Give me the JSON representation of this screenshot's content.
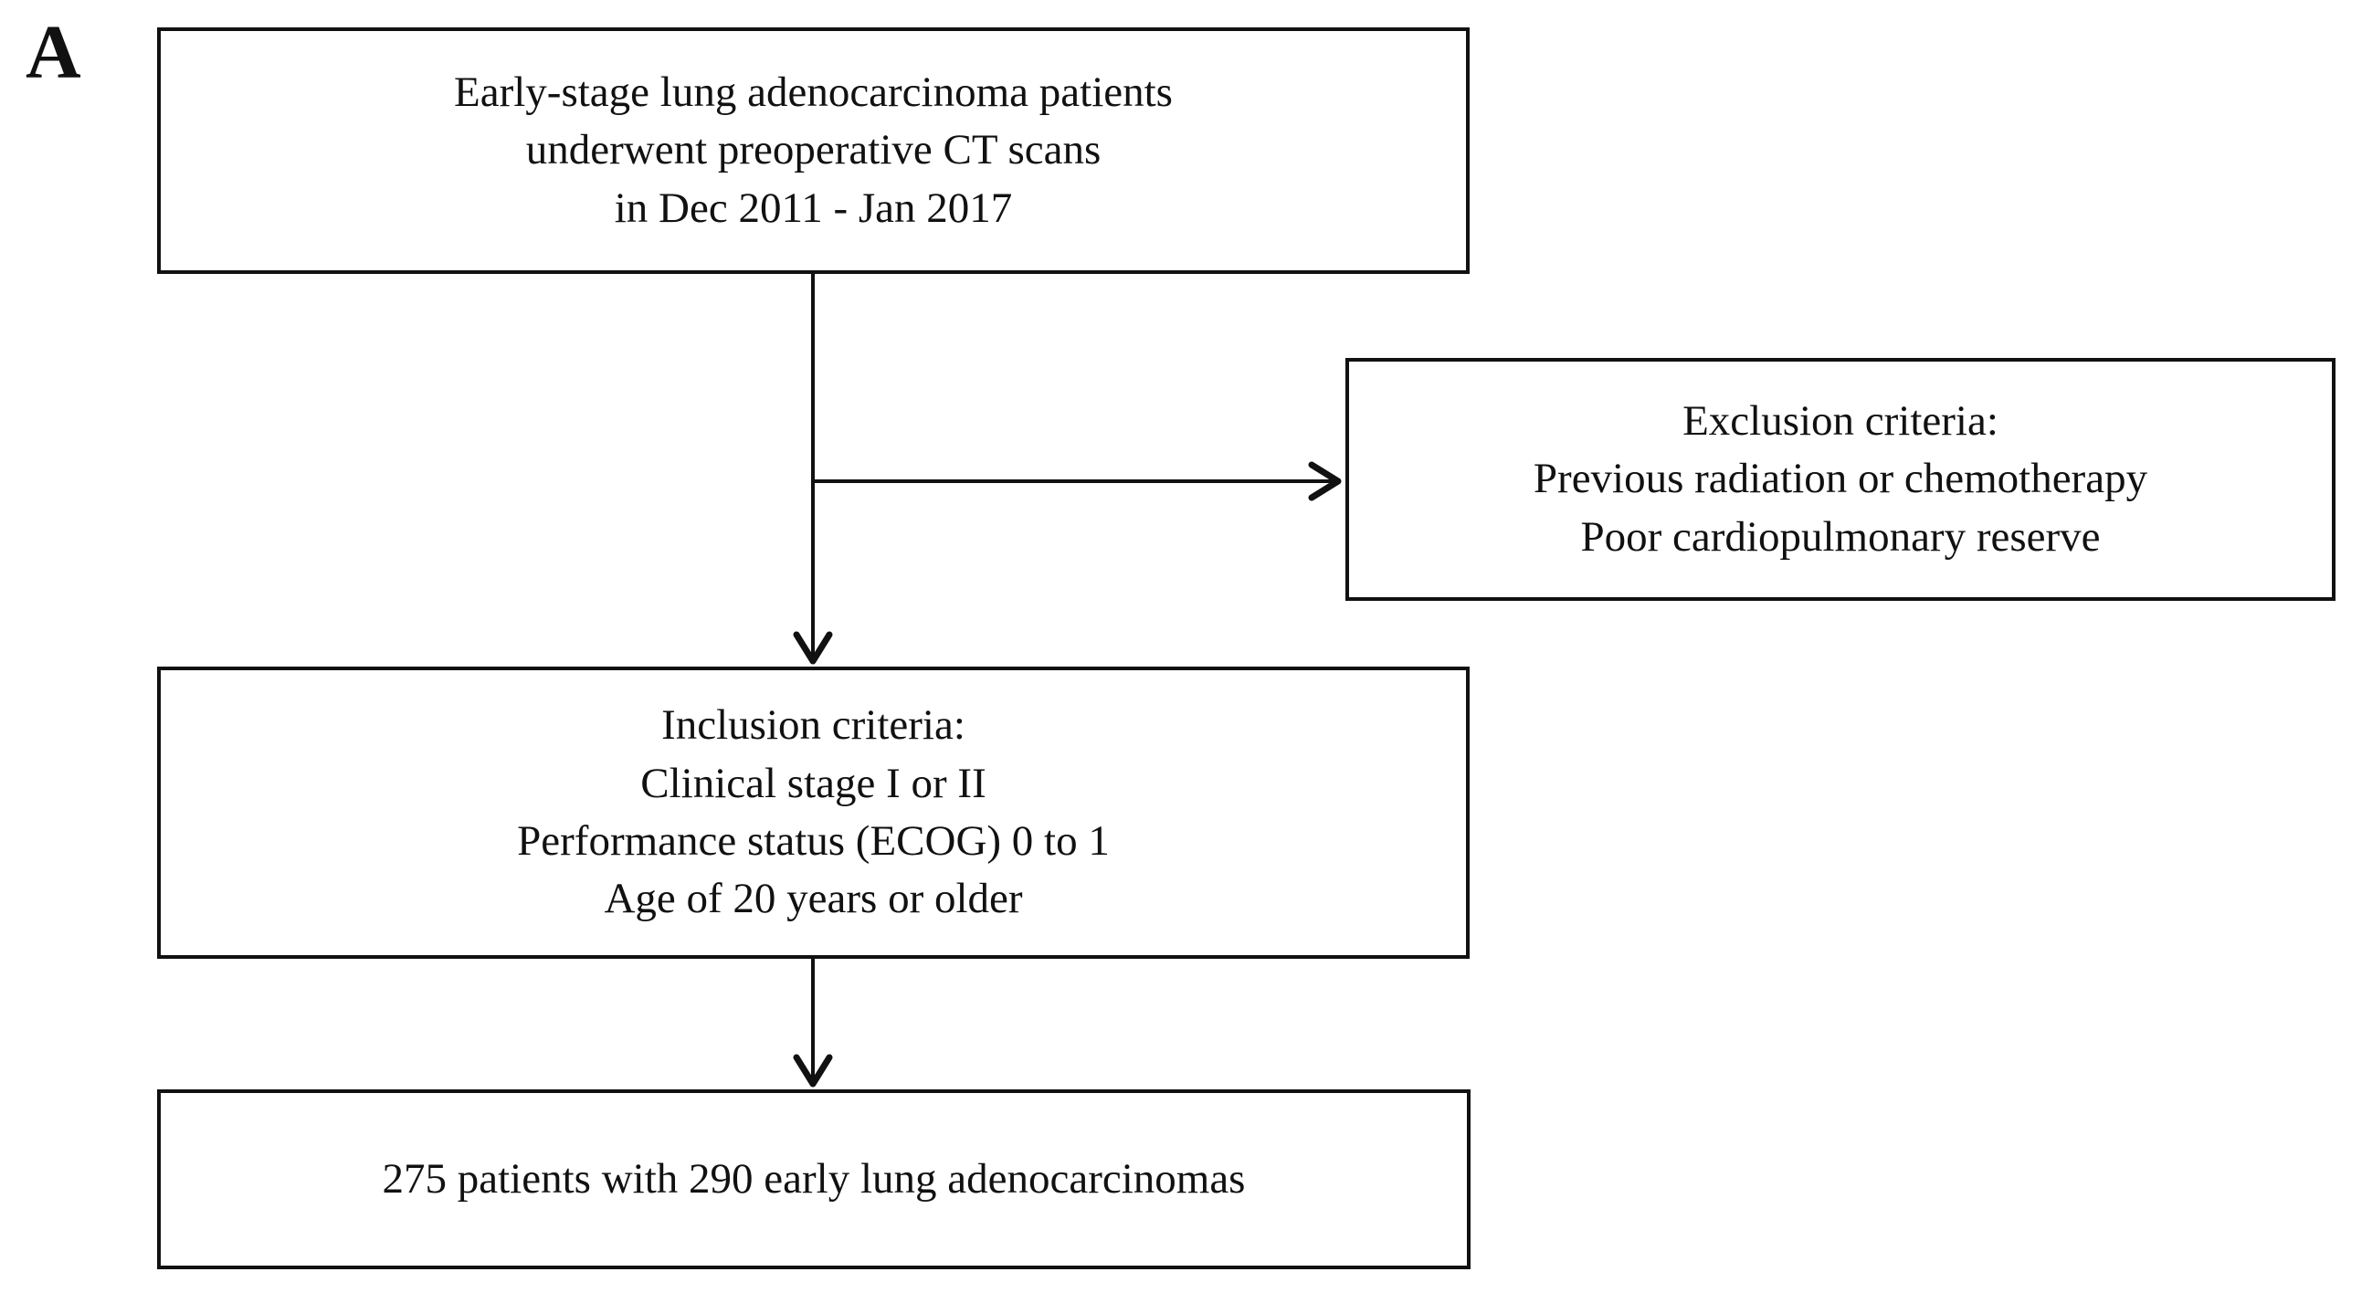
{
  "figure": {
    "panel_label": "A",
    "boxes": {
      "cohort": {
        "lines": [
          "Early-stage lung adenocarcinoma patients",
          "underwent preoperative CT scans",
          "in Dec 2011 - Jan 2017"
        ]
      },
      "exclusion": {
        "lines": [
          "Exclusion criteria:",
          "Previous radiation or chemotherapy",
          "Poor cardiopulmonary reserve"
        ]
      },
      "inclusion": {
        "lines": [
          "Inclusion criteria:",
          "Clinical stage I or II",
          "Performance status (ECOG) 0 to 1",
          "Age of 20 years or older"
        ]
      },
      "result": {
        "lines": [
          "275 patients with 290 early lung adenocarcinomas"
        ]
      }
    },
    "colors": {
      "line": "#111111",
      "text": "#111111",
      "background": "#ffffff"
    }
  }
}
